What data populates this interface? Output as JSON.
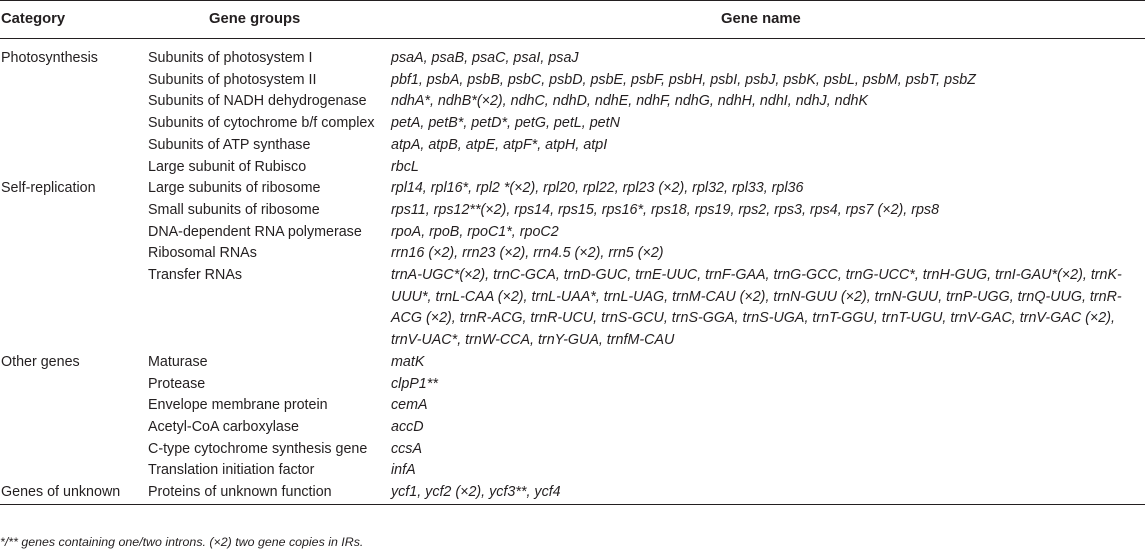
{
  "headers": {
    "category": "Category",
    "groups": "Gene groups",
    "genes": "Gene name"
  },
  "rows": [
    {
      "category": "Photosynthesis",
      "group": "Subunits of photosystem I",
      "genes": "psaA, psaB, psaC, psaI, psaJ"
    },
    {
      "category": "",
      "group": "Subunits of photosystem II",
      "genes": "pbf1, psbA, psbB, psbC, psbD, psbE, psbF, psbH, psbI, psbJ, psbK, psbL, psbM, psbT, psbZ"
    },
    {
      "category": "",
      "group": "Subunits of NADH dehydrogenase",
      "genes": "ndhA*, ndhB*(×2), ndhC, ndhD, ndhE, ndhF, ndhG, ndhH, ndhI, ndhJ, ndhK"
    },
    {
      "category": "",
      "group": "Subunits of cytochrome b/f complex",
      "genes": "petA, petB*, petD*, petG, petL, petN"
    },
    {
      "category": "",
      "group": "Subunits of ATP synthase",
      "genes": "atpA, atpB, atpE, atpF*, atpH, atpI"
    },
    {
      "category": "",
      "group": "Large subunit of Rubisco",
      "genes": "rbcL"
    },
    {
      "category": "Self-replication",
      "group": "Large subunits of ribosome",
      "genes": "rpl14, rpl16*, rpl2 *(×2), rpl20, rpl22, rpl23 (×2), rpl32, rpl33, rpl36"
    },
    {
      "category": "",
      "group": "Small subunits of ribosome",
      "genes": "rps11, rps12**(×2), rps14, rps15, rps16*, rps18, rps19, rps2, rps3, rps4, rps7 (×2), rps8"
    },
    {
      "category": "",
      "group": "DNA-dependent RNA polymerase",
      "genes": "rpoA, rpoB, rpoC1*, rpoC2"
    },
    {
      "category": "",
      "group": "Ribosomal RNAs",
      "genes": "rrn16 (×2), rrn23 (×2), rrn4.5 (×2), rrn5 (×2)"
    },
    {
      "category": "",
      "group": "Transfer RNAs",
      "genes": "trnA-UGC*(×2), trnC-GCA, trnD-GUC, trnE-UUC, trnF-GAA, trnG-GCC, trnG-UCC*, trnH-GUG, trnI-GAU*(×2), trnK-UUU*, trnL-CAA (×2), trnL-UAA*, trnL-UAG, trnM-CAU (×2), trnN-GUU (×2), trnN-GUU, trnP-UGG, trnQ-UUG, trnR-ACG (×2), trnR-ACG, trnR-UCU, trnS-GCU, trnS-GGA, trnS-UGA, trnT-GGU, trnT-UGU, trnV-GAC, trnV-GAC (×2), trnV-UAC*, trnW-CCA, trnY-GUA, trnfM-CAU"
    },
    {
      "category": "Other genes",
      "group": "Maturase",
      "genes": "matK"
    },
    {
      "category": "",
      "group": "Protease",
      "genes": "clpP1**"
    },
    {
      "category": "",
      "group": "Envelope membrane protein",
      "genes": "cemA"
    },
    {
      "category": "",
      "group": "Acetyl-CoA carboxylase",
      "genes": "accD"
    },
    {
      "category": "",
      "group": "C-type cytochrome synthesis gene",
      "genes": "ccsA"
    },
    {
      "category": "",
      "group": "Translation initiation factor",
      "genes": "infA"
    },
    {
      "category": "Genes of unknown",
      "group": "Proteins of unknown function",
      "genes": "ycf1, ycf2 (×2), ycf3**, ycf4"
    }
  ],
  "footnote": "*/** genes containing one/two introns. (×2) two gene copies in IRs."
}
